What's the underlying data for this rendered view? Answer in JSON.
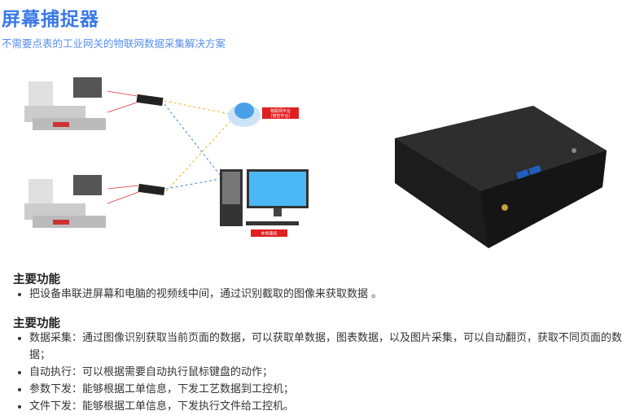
{
  "header": {
    "title": "屏幕捕捉器",
    "subtitle": "不需要点表的工业网关的物联网数据采集解决方案"
  },
  "diagram": {
    "cloud_label_line1": "物联网平台",
    "cloud_label_line2": "(管控平台)",
    "local_label": "本地服务"
  },
  "section1": {
    "heading": "主要功能",
    "items": [
      "把设备串联进屏幕和电脑的视频线中间，通过识别截取的图像来获取数据 。"
    ]
  },
  "section2": {
    "heading": "主要功能",
    "items": [
      "数据采集：通过图像识别获取当前页面的数据，可以获取单数据，图表数据，以及图片采集，可以自动翻页，获取不同页面的数据；",
      "自动执行：可以根据需要自动执行鼠标键盘的动作；",
      "参数下发：能够根据工单信息，下发工艺数据到工控机；",
      "文件下发：能够根据工单信息，下发执行文件给工控机。"
    ]
  }
}
